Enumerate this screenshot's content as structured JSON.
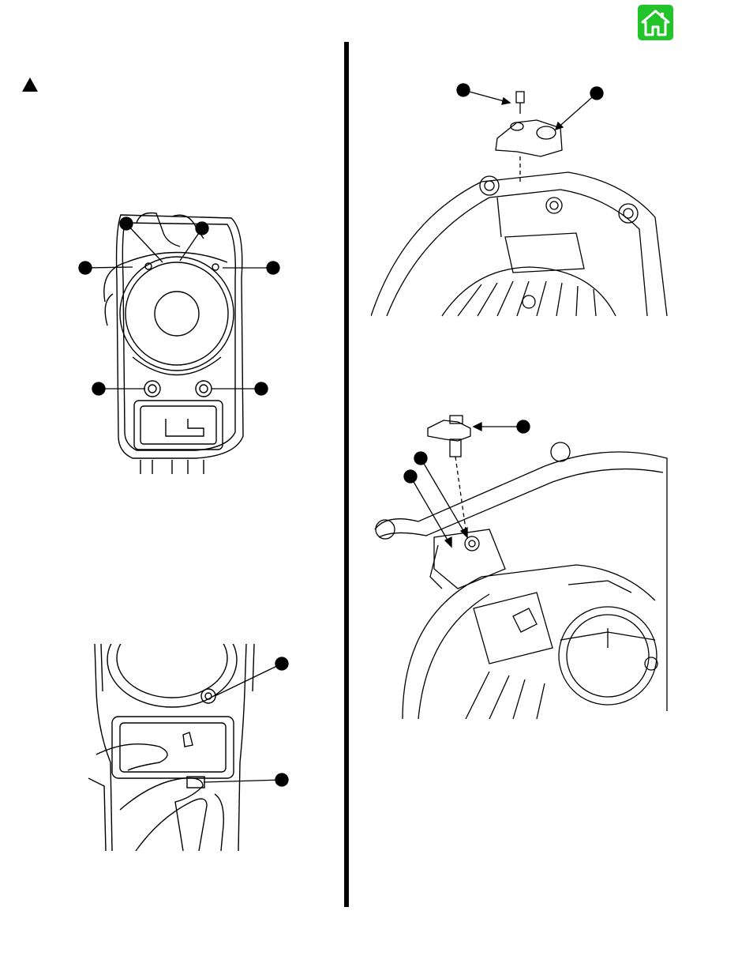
{
  "page": {
    "colors": {
      "home_button": "#22c42a",
      "ink": "#000000",
      "paper": "#ffffff"
    },
    "icons": {
      "home": "home-icon",
      "warning": "warning-triangle-icon"
    },
    "figures": [
      {
        "name": "figure-flywheel-cover-top-view",
        "callouts": 6
      },
      {
        "name": "figure-hands-disconnecting-harness",
        "callouts": 2
      },
      {
        "name": "figure-bracket-bolt-exploded",
        "callouts": 2
      },
      {
        "name": "figure-sensor-installation",
        "callouts": 3
      }
    ]
  }
}
